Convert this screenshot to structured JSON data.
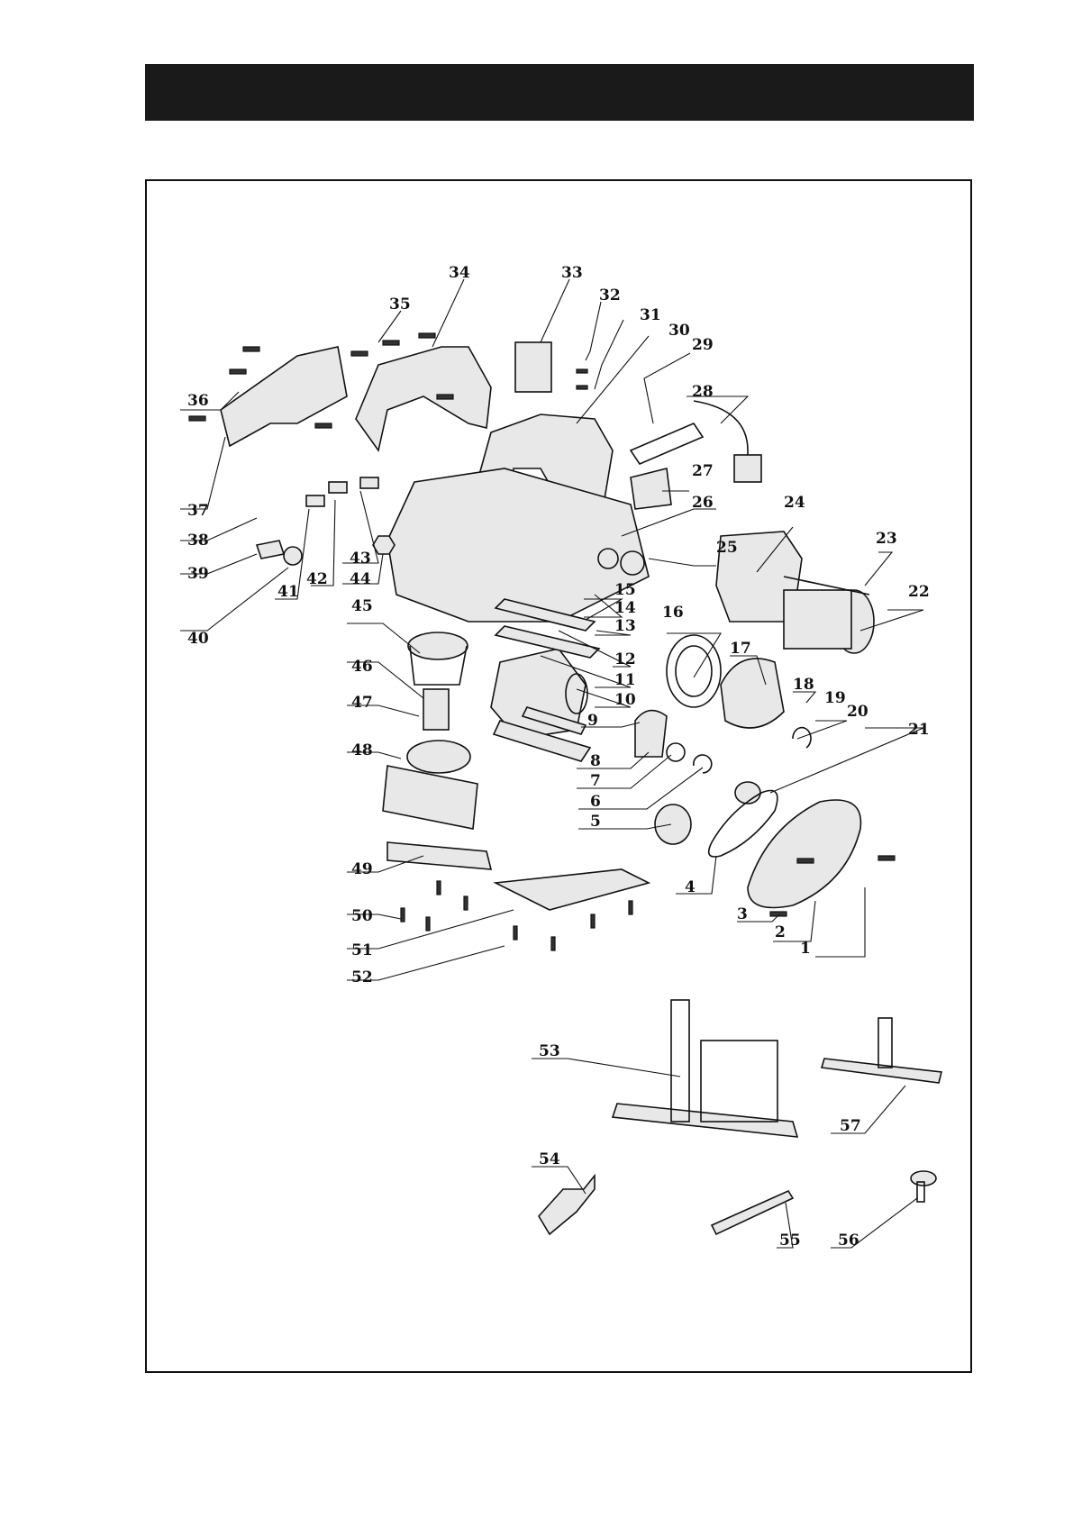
{
  "header": {
    "title": ""
  },
  "diagram": {
    "part_labels": [
      "1",
      "2",
      "3",
      "4",
      "5",
      "6",
      "7",
      "8",
      "9",
      "10",
      "11",
      "12",
      "13",
      "14",
      "15",
      "16",
      "17",
      "18",
      "19",
      "20",
      "21",
      "22",
      "23",
      "24",
      "25",
      "26",
      "27",
      "28",
      "29",
      "30",
      "31",
      "32",
      "33",
      "34",
      "35",
      "36",
      "37",
      "38",
      "39",
      "40",
      "41",
      "42",
      "43",
      "44",
      "45",
      "46",
      "47",
      "48",
      "49",
      "50",
      "51",
      "52",
      "53",
      "54",
      "55",
      "56",
      "57"
    ]
  }
}
